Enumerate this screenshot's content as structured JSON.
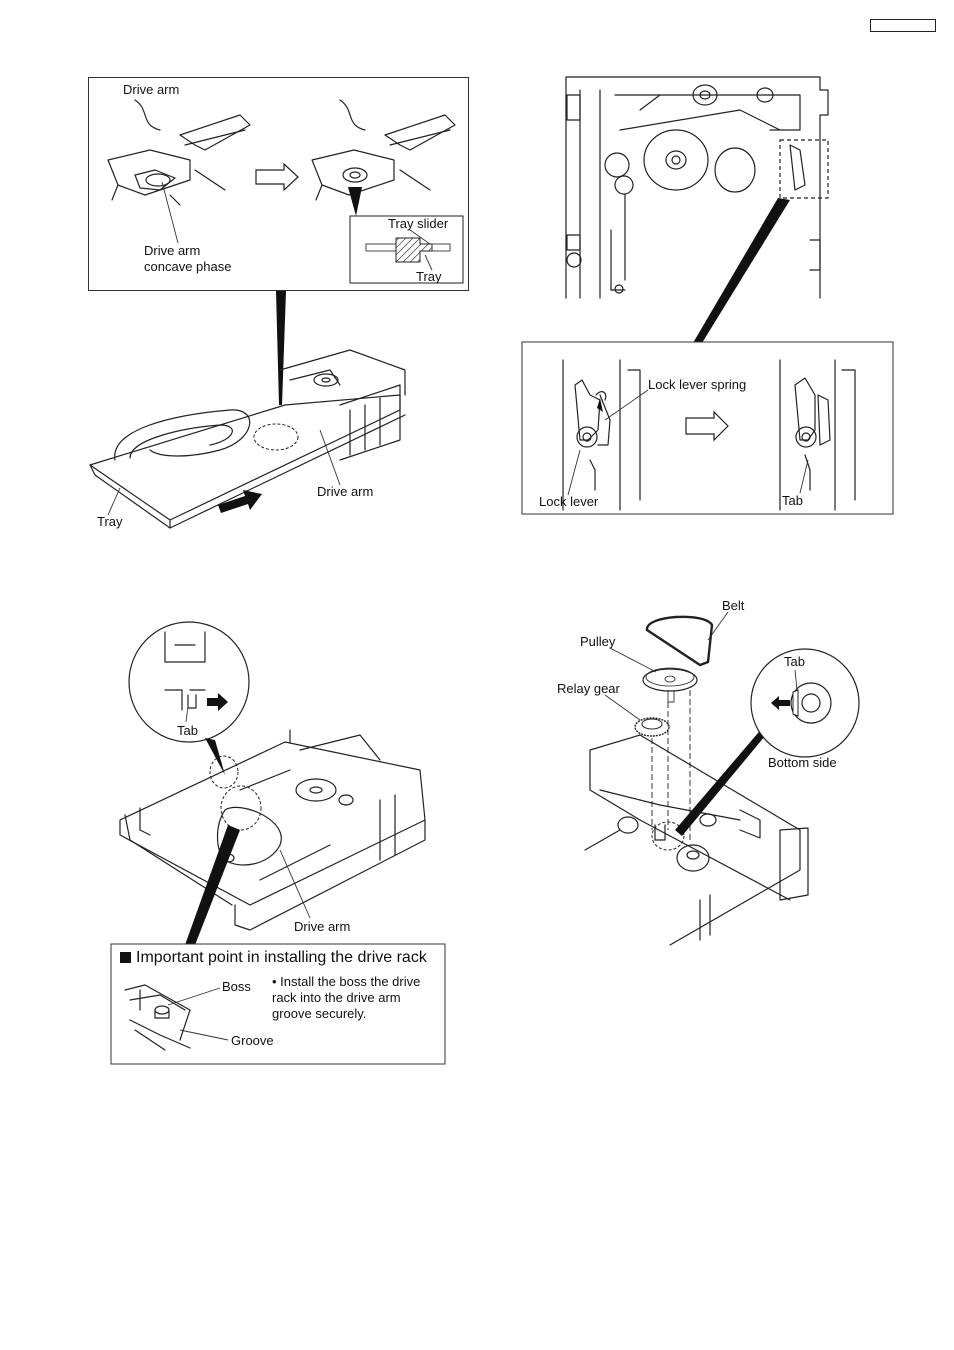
{
  "labels": {
    "fig1_drive_arm_top": "Drive arm",
    "fig1_concave_1": "Drive arm",
    "fig1_concave_2": "concave phase",
    "fig1_tray_slider": "Tray slider",
    "fig1_tray_inset": "Tray",
    "fig1_drive_arm_bottom": "Drive arm",
    "fig1_tray": "Tray",
    "fig2_lock_lever_spring": "Lock lever spring",
    "fig2_lock_lever": "Lock lever",
    "fig2_tab": "Tab",
    "fig3_tab": "Tab",
    "fig3_drive_arm": "Drive arm",
    "fig4_belt": "Belt",
    "fig4_pulley": "Pulley",
    "fig4_relay_gear": "Relay gear",
    "fig4_tab": "Tab",
    "fig4_bottom_side": "Bottom side"
  },
  "important_point": {
    "title": "Important point in installing the drive rack",
    "boss": "Boss",
    "groove": "Groove",
    "note": "• Install the boss the drive rack into the drive arm groove securely."
  },
  "colors": {
    "line": "#222222",
    "fill_dark": "#111111"
  }
}
